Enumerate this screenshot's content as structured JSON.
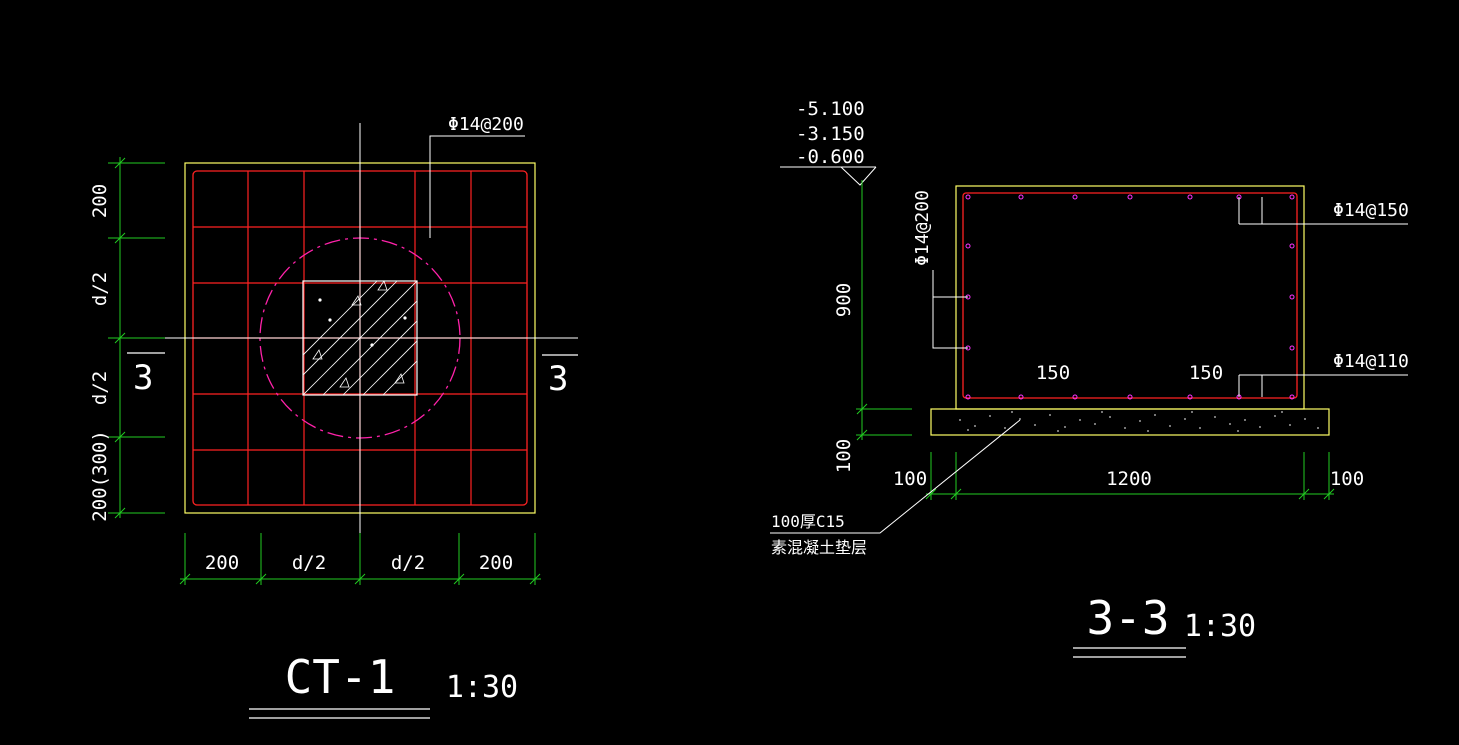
{
  "colors": {
    "background": "#000000",
    "outline": "#ffff66",
    "rebar": "#ff2222",
    "dimension": "#22cc22",
    "circle": "#ff22aa",
    "bar_dot": "#ff33ff",
    "hatch": "#ffffff",
    "text": "#ffffff"
  },
  "plan": {
    "title": "CT-1",
    "scale": "1:30",
    "rebar_label": "Φ14@200",
    "section_mark_left": "3",
    "section_mark_right": "3",
    "dims_left": [
      "200",
      "d/2",
      "d/2",
      "200(300)"
    ],
    "dims_bottom": [
      "200",
      "d/2",
      "d/2",
      "200"
    ]
  },
  "section": {
    "title": "3-3",
    "scale": "1:30",
    "elevations": [
      "-5.100",
      "-3.150",
      "-0.600"
    ],
    "rebar_side": "Φ14@200",
    "rebar_top": "Φ14@150",
    "rebar_bottom": "Φ14@110",
    "spacing_labels": [
      "150",
      "150"
    ],
    "dim_height": "900",
    "dim_pad": "100",
    "dims_bottom": [
      "100",
      "1200",
      "100"
    ],
    "pad_note_line1": "100厚C15",
    "pad_note_line2": "素混凝土垫层"
  }
}
